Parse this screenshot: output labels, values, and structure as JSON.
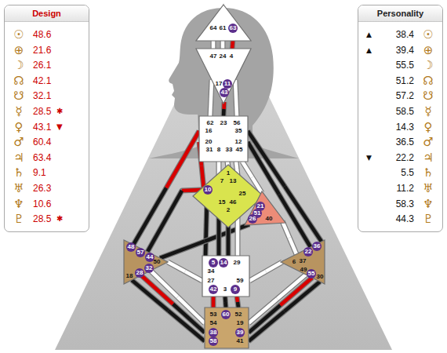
{
  "diagram": {
    "nodes": [
      {
        "text": [
          "Design",
          "☉",
          "48.6",
          "⊕",
          "21.6",
          "☽",
          "26.1",
          "☊",
          "42.1",
          "☋",
          "32.1",
          "☿",
          "28.5",
          "✱",
          "♀",
          "43.1",
          "▼",
          "♂",
          "60.4",
          "♃",
          "63.4",
          "♄",
          "9.1",
          "♅",
          "26.3",
          "♆",
          "10.6",
          "♇",
          "28.5",
          "✱"
        ]
      },
      {
        "text": [
          "Personality",
          "▲",
          "38.4",
          "☉",
          "▲",
          "39.4",
          "⊕",
          "55.5",
          "☽",
          "51.2",
          "☊",
          "57.2",
          "☋",
          "58.5",
          "☿",
          "14.3",
          "♀",
          "36.5",
          "♂",
          "▼",
          "22.2",
          "♃",
          "5.5",
          "♄",
          "11.2",
          "♅",
          "58.3",
          "♆",
          "44.3",
          "♇"
        ]
      },
      {
        "text": [
          "64",
          "61",
          "63"
        ]
      },
      {
        "text": [
          "47",
          "24",
          "4",
          "17",
          "11",
          "43"
        ]
      },
      {
        "text": [
          "62",
          "23",
          "56",
          "16",
          "35",
          "20",
          "12",
          "31",
          "8",
          "33",
          "45"
        ]
      },
      {
        "text": [
          "1",
          "7",
          "13",
          "10",
          "25",
          "15",
          "46",
          "2"
        ]
      },
      {
        "text": [
          "21",
          "51",
          "26",
          "40"
        ]
      },
      {
        "text": [
          "48",
          "57",
          "44",
          "50",
          "32",
          "28",
          "18"
        ]
      },
      {
        "text": [
          "36",
          "22",
          "6",
          "37",
          "49",
          "55",
          "30"
        ]
      },
      {
        "text": [
          "5",
          "14",
          "29",
          "34",
          "27",
          "59",
          "42",
          "3",
          "9"
        ]
      },
      {
        "text": [
          "53",
          "60",
          "52",
          "54",
          "19",
          "38",
          "39",
          "58",
          "41"
        ]
      }
    ],
    "edges": [
      {
        "from": 2,
        "to": 3,
        "arrow": "none"
      },
      {
        "from": 2,
        "to": 3,
        "arrow": "none"
      },
      {
        "from": 2,
        "to": 3,
        "arrow": "none"
      },
      {
        "from": 3,
        "to": 4,
        "arrow": "none"
      },
      {
        "from": 3,
        "to": 4,
        "arrow": "none"
      },
      {
        "from": 3,
        "to": 4,
        "arrow": "none"
      },
      {
        "from": 4,
        "to": 5,
        "arrow": "none"
      },
      {
        "from": 4,
        "to": 5,
        "arrow": "none"
      },
      {
        "from": 4,
        "to": 5,
        "arrow": "none"
      },
      {
        "from": 4,
        "to": 5,
        "arrow": "none"
      },
      {
        "from": 5,
        "to": 7,
        "arrow": "none"
      },
      {
        "from": 4,
        "to": 7,
        "arrow": "none"
      },
      {
        "from": 5,
        "to": 9,
        "arrow": "none"
      },
      {
        "from": 7,
        "to": 9,
        "arrow": "none"
      },
      {
        "from": 7,
        "to": 6,
        "arrow": "none"
      },
      {
        "from": 4,
        "to": 8,
        "arrow": "none"
      },
      {
        "from": 4,
        "to": 8,
        "arrow": "none"
      },
      {
        "from": 4,
        "to": 6,
        "arrow": "none"
      },
      {
        "from": 5,
        "to": 6,
        "arrow": "none"
      },
      {
        "from": 6,
        "to": 8,
        "arrow": "none"
      },
      {
        "from": 5,
        "to": 9,
        "arrow": "none"
      },
      {
        "from": 5,
        "to": 9,
        "arrow": "none"
      },
      {
        "from": 5,
        "to": 9,
        "arrow": "none"
      },
      {
        "from": 9,
        "to": 8,
        "arrow": "none"
      },
      {
        "from": 9,
        "to": 10,
        "arrow": "none"
      },
      {
        "from": 9,
        "to": 10,
        "arrow": "none"
      },
      {
        "from": 9,
        "to": 10,
        "arrow": "none"
      },
      {
        "from": 10,
        "to": 7,
        "arrow": "none"
      },
      {
        "from": 10,
        "to": 7,
        "arrow": "none"
      },
      {
        "from": 10,
        "to": 7,
        "arrow": "none"
      },
      {
        "from": 10,
        "to": 8,
        "arrow": "none"
      },
      {
        "from": 10,
        "to": 8,
        "arrow": "none"
      },
      {
        "from": 10,
        "to": 8,
        "arrow": "none"
      }
    ]
  }
}
